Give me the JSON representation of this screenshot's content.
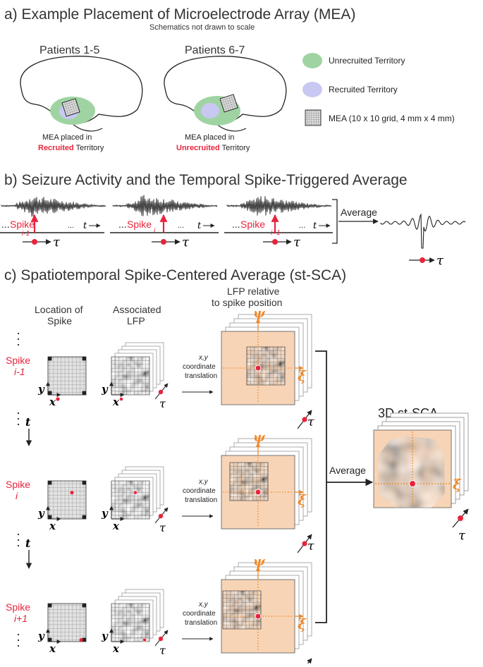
{
  "section_a": {
    "title": "a) Example Placement of Microelectrode Array (MEA)",
    "note": "Schematics not drawn to scale",
    "patients_left": "Patients 1-5",
    "patients_right": "Patients 6-7",
    "caption_left_1": "MEA placed in",
    "caption_left_2a": "Recruited",
    "caption_left_2b": " Territory",
    "caption_right_1": "MEA placed in",
    "caption_right_2a": "Unrecruited",
    "caption_right_2b": " Territory",
    "legend": [
      {
        "label": "Unrecruited Territory",
        "color": "#9fd4a2"
      },
      {
        "label": "Recruited Territory",
        "color": "#c8c8f2"
      },
      {
        "label": "MEA (10 x 10 grid, 4 mm x 4 mm)"
      }
    ]
  },
  "section_b": {
    "title": "b) Seizure Activity and the Temporal Spike-Triggered Average",
    "spike_label": "Spike",
    "prefix": "...",
    "dots": "...",
    "t": "t",
    "tau": "τ",
    "subscripts": [
      "i-1",
      "i",
      "i+1"
    ],
    "average": "Average"
  },
  "section_c": {
    "title": "c) Spatiotemporal Spike-Centered Average (st-SCA)",
    "col1_line1": "Location of",
    "col1_line2": "Spike",
    "col2_line1": "Associated",
    "col2_line2": "LFP",
    "col3_line1": "LFP relative",
    "col3_line2": "to spike position",
    "rows": [
      {
        "spike": "Spike",
        "sub": "i-1"
      },
      {
        "spike": "Spike",
        "sub": "i"
      },
      {
        "spike": "Spike",
        "sub": "i+1"
      }
    ],
    "translation_1": "x,y",
    "translation_2": "coordinate",
    "translation_3": "translation",
    "axis_x": "x",
    "axis_y": "y",
    "t": "t",
    "tau": "τ",
    "psi": "ψ",
    "xi": "ξ",
    "average": "Average",
    "result_title": "3D st-SCA"
  },
  "colors": {
    "accent_red": "#e8243c",
    "orange": "#ee8a2a",
    "peach": "#f8d4b6",
    "grid_fill": "#e2e2e2"
  }
}
